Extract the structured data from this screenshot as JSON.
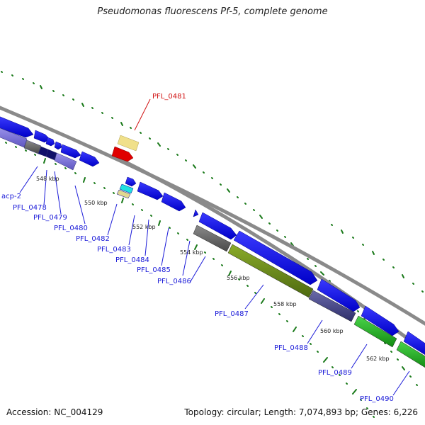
{
  "header": {
    "title": "Pseudomonas fluorescens Pf-5, complete genome"
  },
  "footer": {
    "accession": "Accession: NC_004129",
    "summary": "Topology: circular; Length: 7,074,893 bp; Genes: 6,226"
  },
  "map": {
    "colors": {
      "backbone": "#8a8a8a",
      "forward_gene": "#0a0af0",
      "cds_purple": "#7b72d8",
      "cds_olive": "#6b8a18",
      "cds_green": "#22aa22",
      "cds_slate": "#4a4a8a",
      "highlight_gene": "#e00000",
      "highlight_cds": "#f0e08a",
      "tick": "#1a7a1a",
      "gene_label": "#1a1ad8",
      "highlight_label": "#d01010"
    },
    "kbp_marks": [
      "548 kbp",
      "550 kbp",
      "552 kbp",
      "554 kbp",
      "556 kbp",
      "558 kbp",
      "560 kbp",
      "562 kbp"
    ],
    "gene_labels": [
      "acp-2",
      "PFL_0478",
      "PFL_0479",
      "PFL_0480",
      "PFL_0481",
      "PFL_0482",
      "PFL_0483",
      "PFL_0484",
      "PFL_0485",
      "PFL_0486",
      "PFL_0487",
      "PFL_0488",
      "PFL_0489",
      "PFL_0490"
    ],
    "highlighted_gene": "PFL_0481"
  }
}
